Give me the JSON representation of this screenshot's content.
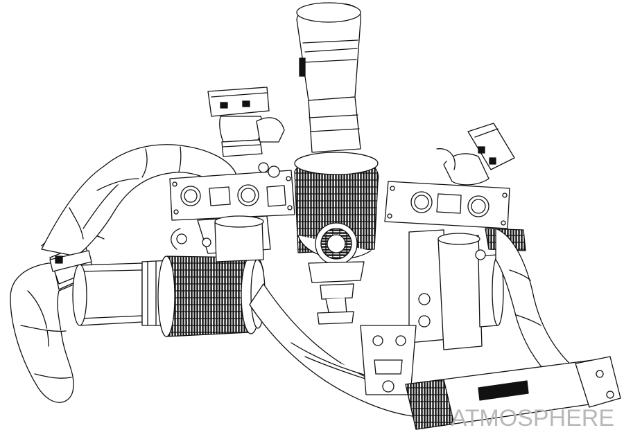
{
  "illustration": {
    "subject": "twin-turbo-intake-and-exhaust-assembly-line-art",
    "style": "black-and-white-technical-line-drawing",
    "watermark_text": "ATMOSPHERE",
    "line_color": "#111111",
    "background_color": "#ffffff",
    "watermark_color": "#b8b8b8"
  }
}
